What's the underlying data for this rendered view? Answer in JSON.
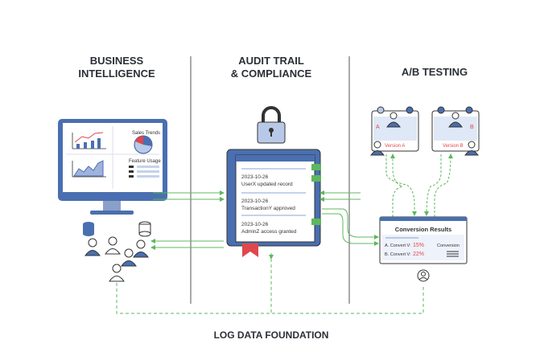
{
  "sections": {
    "bi": {
      "title_line1": "BUSINESS",
      "title_line2": "INTELLIGENCE",
      "sales_trends": "Sales Trends",
      "feature_usage": "Feature Usage"
    },
    "audit": {
      "title_line1": "AUDIT TRAIL",
      "title_line2": "& COMPLIANCE",
      "entries": [
        {
          "date": "2023-10-26",
          "text": "UserX updated record"
        },
        {
          "date": "2023-10-26",
          "text": "TransactionY approved"
        },
        {
          "date": "2023-10-26",
          "text": "AdminZ access granted"
        }
      ]
    },
    "ab": {
      "title": "A/B TESTING",
      "label_a": "A",
      "label_b": "B",
      "version_a": "Version A",
      "version_b": "Version B",
      "results_title": "Conversion Results",
      "row_a_label": "A. Convert V:",
      "row_a_value": "15%",
      "row_b_label": "B. Convert V:",
      "row_b_value": "22%",
      "conversion_label": "Conversion"
    }
  },
  "footer": "LOG DATA FOUNDATION",
  "colors": {
    "blue": "#4a6fb0",
    "light_blue": "#dfe8f6",
    "green": "#5cb85c",
    "red": "#e0474c",
    "text": "#2b2f36"
  }
}
